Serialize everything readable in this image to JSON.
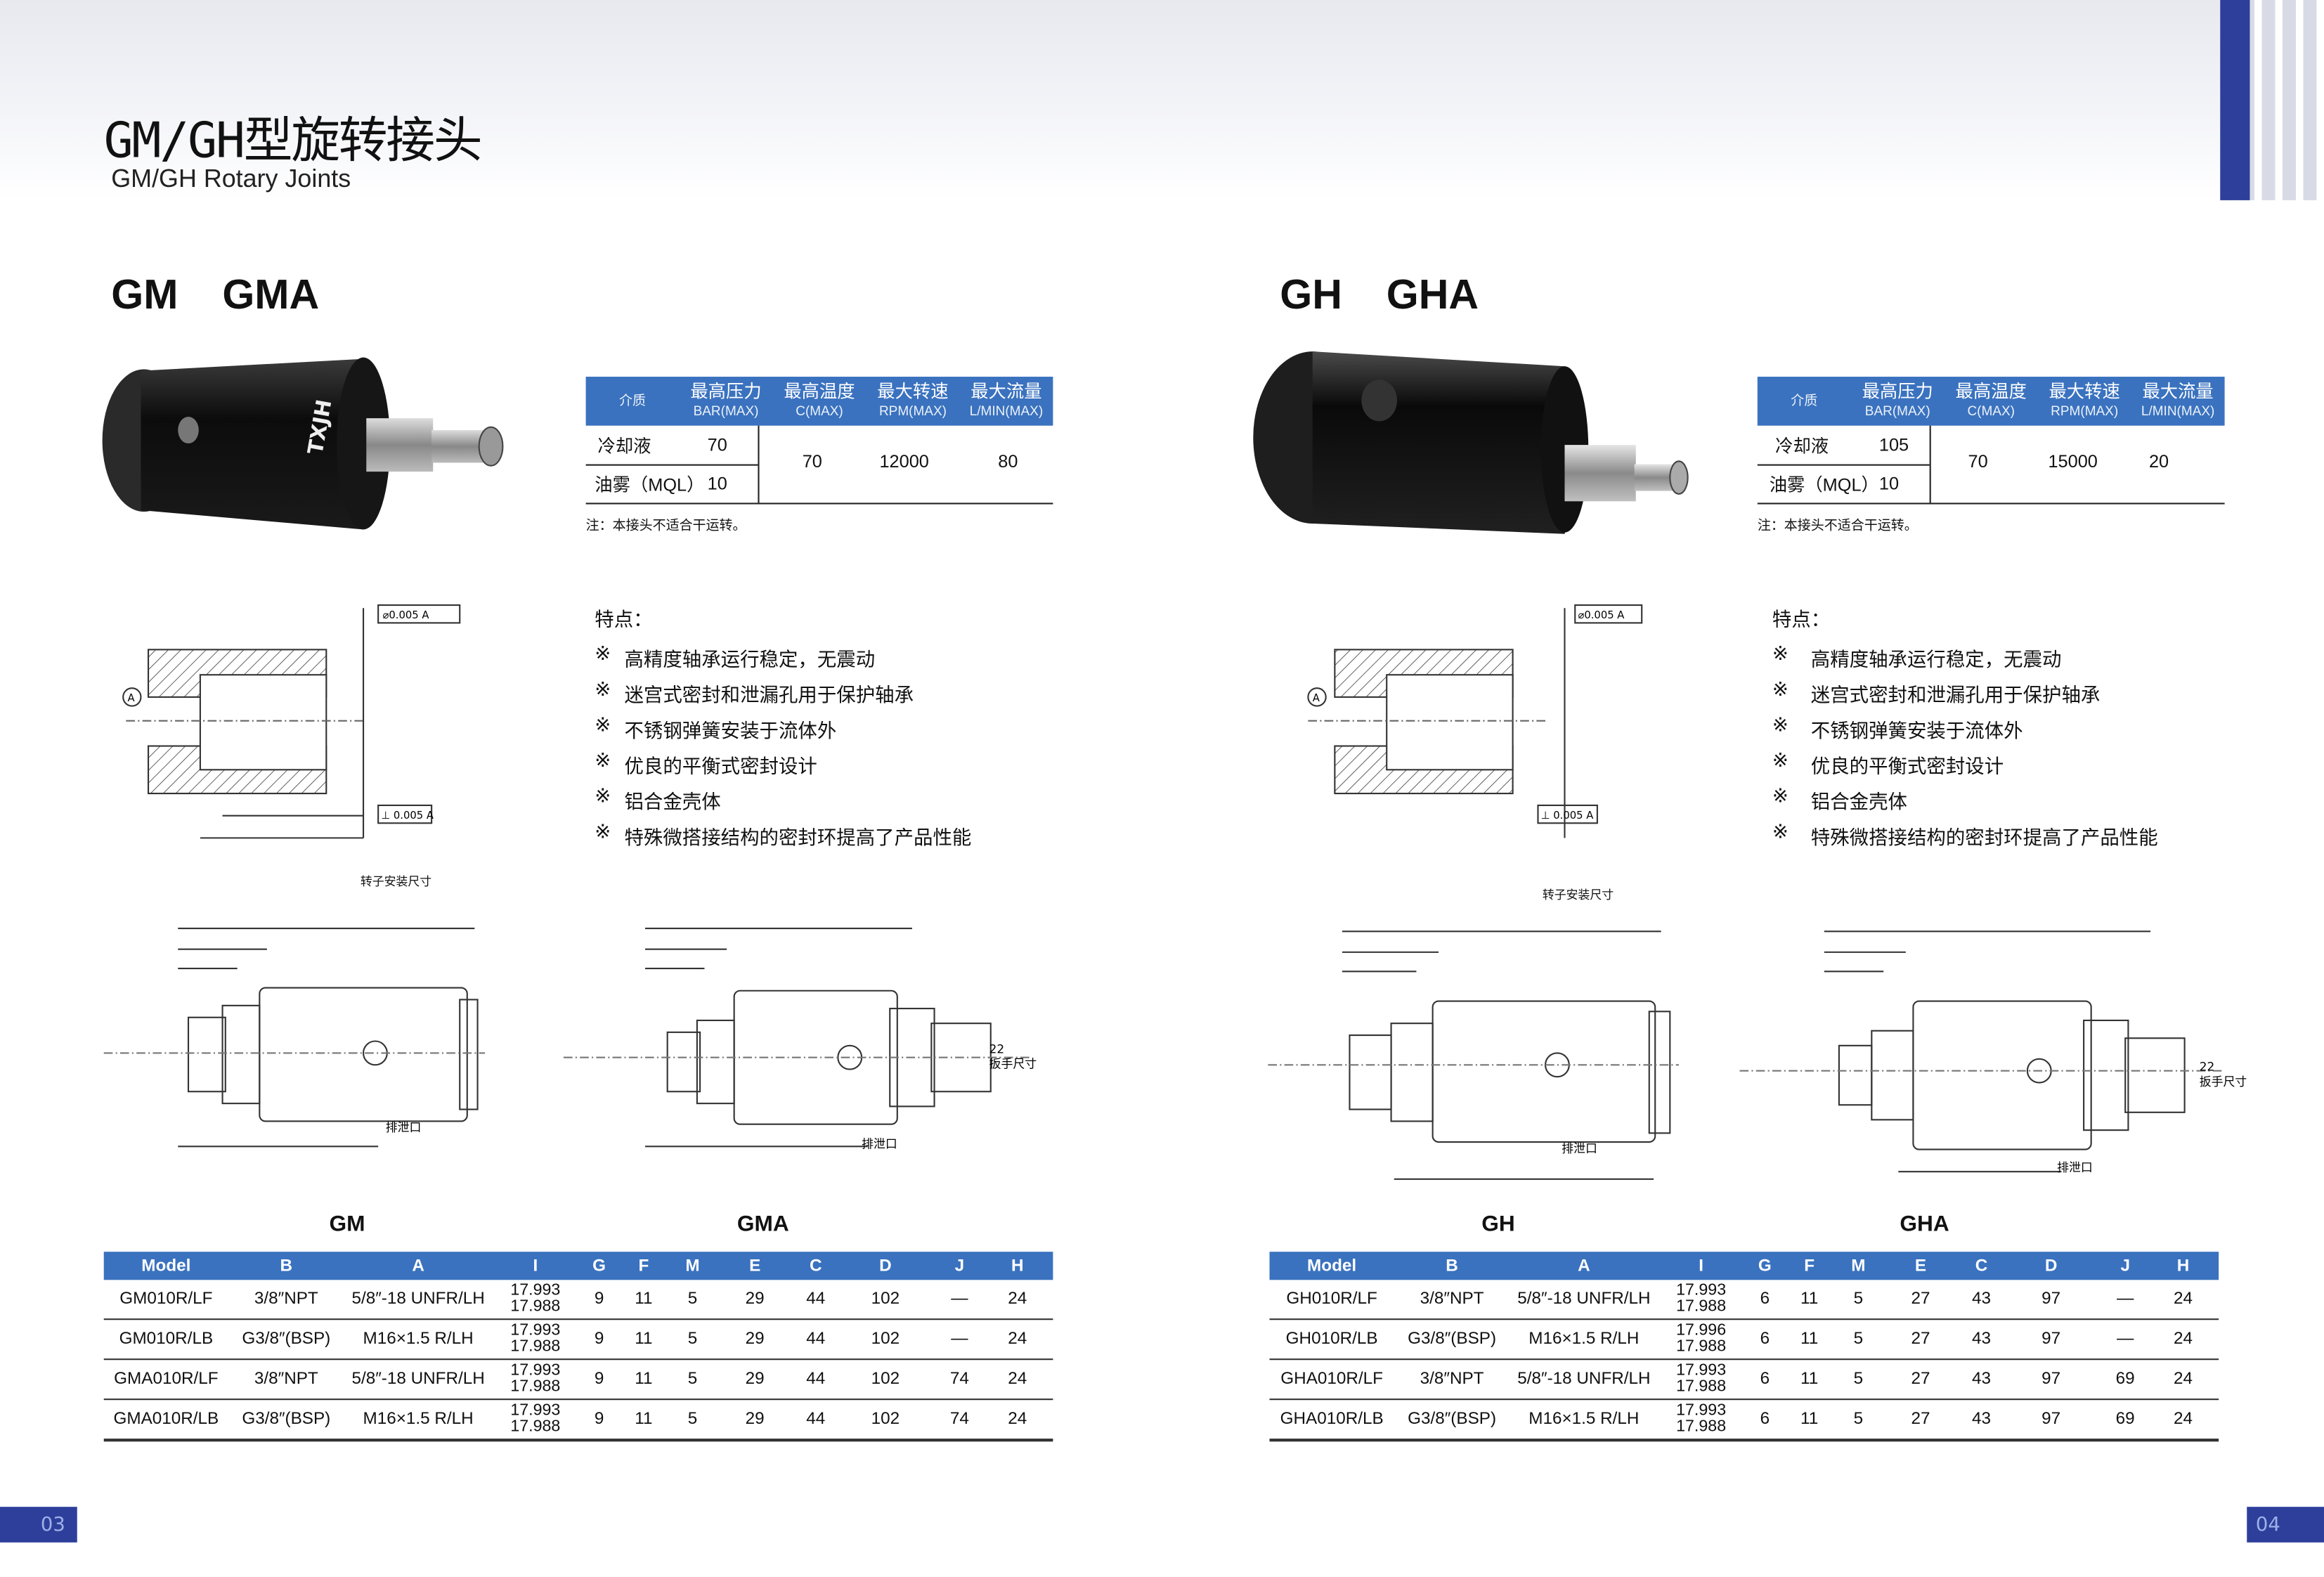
{
  "header": {
    "title_cn": "GM/GH型旋转接头",
    "title_en": "GM/GH Rotary Joints"
  },
  "colors": {
    "accent": "#3a72bf",
    "brand_dark": "#2d3f9b"
  },
  "left": {
    "section_title": "GM   GMA",
    "spec": {
      "headers": [
        {
          "cn": "介质",
          "en": ""
        },
        {
          "cn": "最高压力",
          "en": "BAR(MAX)"
        },
        {
          "cn": "最高温度",
          "en": "C(MAX)"
        },
        {
          "cn": "最大转速",
          "en": "RPM(MAX)"
        },
        {
          "cn": "最大流量",
          "en": "L/MIN(MAX)"
        }
      ],
      "rows": [
        {
          "medium": "冷却液",
          "pressure": "70"
        },
        {
          "medium": "油雾（MQL）",
          "pressure": "10"
        }
      ],
      "temp": "70",
      "rpm": "12000",
      "flow": "80",
      "note": "注：本接头不适合干运转。"
    },
    "features_title": "特点：",
    "features": [
      "高精度轴承运行稳定，无震动",
      "迷宫式密封和泄漏孔用于保护轴承",
      "不锈钢弹簧安装于流体外",
      "优良的平衡式密封设计",
      "铝合金壳体",
      "特殊微搭接结构的密封环提高了产品性能"
    ],
    "feature_mark": "※",
    "rotor_caption": "转子安装尺寸",
    "drawing_labels": {
      "exhaust": "排泄口",
      "wrench": "扳手尺寸",
      "wrench_size": "22"
    },
    "table_labels": [
      "GM",
      "GMA"
    ],
    "table": {
      "headers": [
        "Model",
        "B",
        "A",
        "I",
        "G",
        "F",
        "M",
        "E",
        "C",
        "D",
        "J",
        "H"
      ],
      "rows": [
        [
          "GM010R/LF",
          "3/8″NPT",
          "5/8″-18 UNFR/LH",
          "17.993",
          "17.988",
          "9",
          "11",
          "5",
          "29",
          "44",
          "102",
          "—",
          "24"
        ],
        [
          "GM010R/LB",
          "G3/8″(BSP)",
          "M16×1.5 R/LH",
          "17.993",
          "17.988",
          "9",
          "11",
          "5",
          "29",
          "44",
          "102",
          "—",
          "24"
        ],
        [
          "GMA010R/LF",
          "3/8″NPT",
          "5/8″-18 UNFR/LH",
          "17.993",
          "17.988",
          "9",
          "11",
          "5",
          "29",
          "44",
          "102",
          "74",
          "24"
        ],
        [
          "GMA010R/LB",
          "G3/8″(BSP)",
          "M16×1.5 R/LH",
          "17.993",
          "17.988",
          "9",
          "11",
          "5",
          "29",
          "44",
          "102",
          "74",
          "24"
        ]
      ]
    },
    "product_marking": "TXJH",
    "page_number": "03"
  },
  "right": {
    "section_title": "GH  GHA",
    "spec": {
      "headers": [
        {
          "cn": "介质",
          "en": ""
        },
        {
          "cn": "最高压力",
          "en": "BAR(MAX)"
        },
        {
          "cn": "最高温度",
          "en": "C(MAX)"
        },
        {
          "cn": "最大转速",
          "en": "RPM(MAX)"
        },
        {
          "cn": "最大流量",
          "en": "L/MIN(MAX)"
        }
      ],
      "rows": [
        {
          "medium": "冷却液",
          "pressure": "105"
        },
        {
          "medium": "油雾（MQL）",
          "pressure": "10"
        }
      ],
      "temp": "70",
      "rpm": "15000",
      "flow": "20",
      "note": "注：本接头不适合干运转。"
    },
    "features_title": "特点：",
    "features": [
      "高精度轴承运行稳定，无震动",
      "迷宫式密封和泄漏孔用于保护轴承",
      "不锈钢弹簧安装于流体外",
      "优良的平衡式密封设计",
      "铝合金壳体",
      "特殊微搭接结构的密封环提高了产品性能"
    ],
    "feature_mark": "※",
    "rotor_caption": "转子安装尺寸",
    "drawing_labels": {
      "exhaust": "排泄口",
      "wrench": "扳手尺寸",
      "wrench_size": "22"
    },
    "table_labels": [
      "GH",
      "GHA"
    ],
    "table": {
      "headers": [
        "Model",
        "B",
        "A",
        "I",
        "G",
        "F",
        "M",
        "E",
        "C",
        "D",
        "J",
        "H"
      ],
      "rows": [
        [
          "GH010R/LF",
          "3/8″NPT",
          "5/8″-18 UNFR/LH",
          "17.993",
          "17.988",
          "6",
          "11",
          "5",
          "27",
          "43",
          "97",
          "—",
          "24"
        ],
        [
          "GH010R/LB",
          "G3/8″(BSP)",
          "M16×1.5 R/LH",
          "17.996",
          "17.988",
          "6",
          "11",
          "5",
          "27",
          "43",
          "97",
          "—",
          "24"
        ],
        [
          "GHA010R/LF",
          "3/8″NPT",
          "5/8″-18 UNFR/LH",
          "17.993",
          "17.988",
          "6",
          "11",
          "5",
          "27",
          "43",
          "97",
          "69",
          "24"
        ],
        [
          "GHA010R/LB",
          "G3/8″(BSP)",
          "M16×1.5 R/LH",
          "17.993",
          "17.988",
          "6",
          "11",
          "5",
          "27",
          "43",
          "97",
          "69",
          "24"
        ]
      ]
    },
    "page_number": "04"
  },
  "drawing_tol": {
    "flatness": "⌀0.005 A",
    "perp": "⊥ 0.005 A",
    "datum": "A"
  }
}
